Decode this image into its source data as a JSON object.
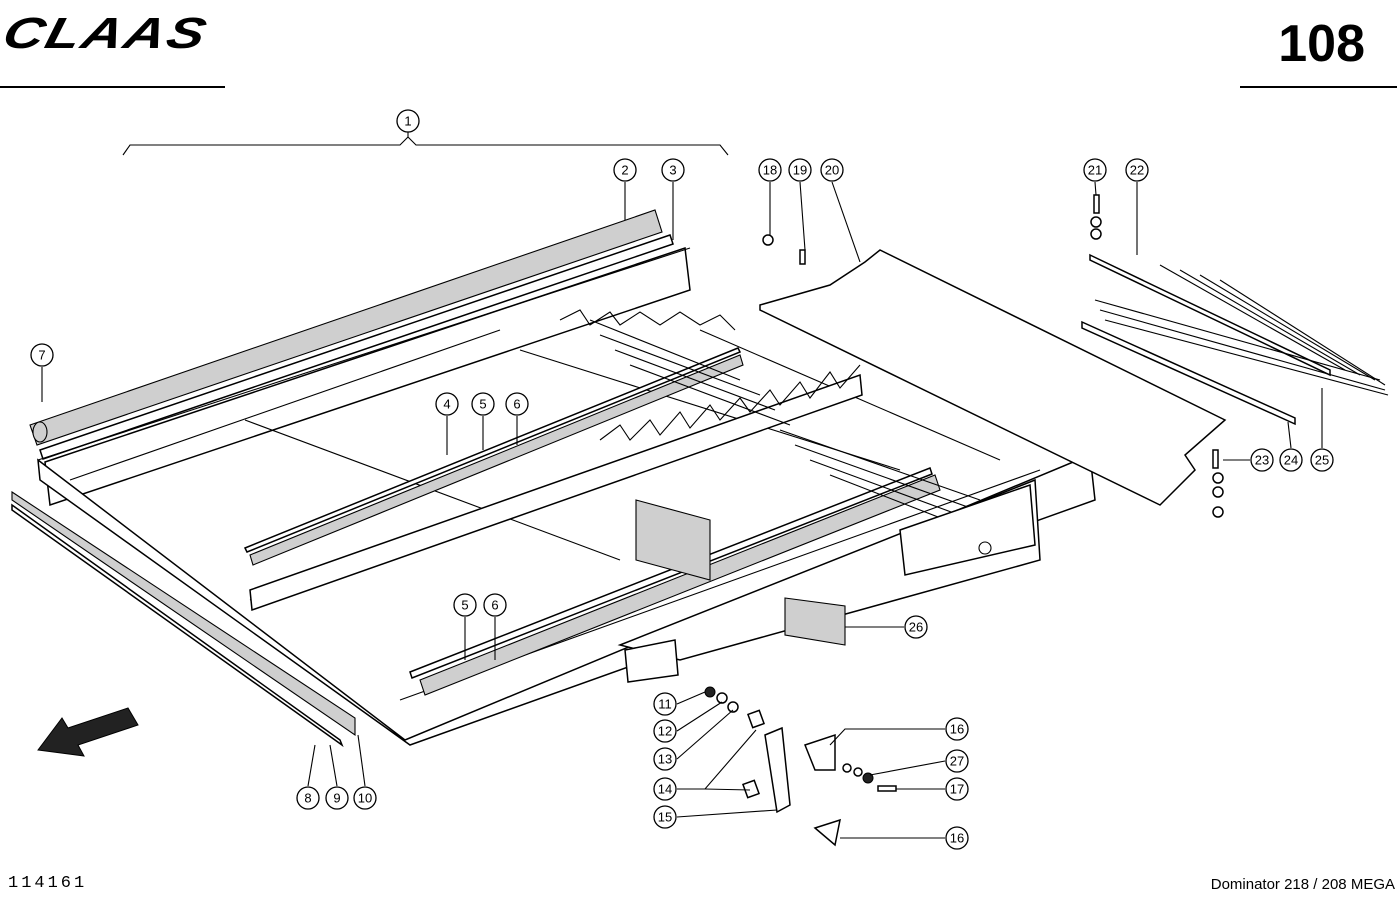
{
  "header": {
    "brand": "CLAAS",
    "page_number": "108"
  },
  "footer": {
    "drawing_number": "114161",
    "model": "Dominator 218 / 208 MEGA"
  },
  "callouts": [
    "1",
    "2",
    "3",
    "4",
    "5",
    "6",
    "5",
    "6",
    "7",
    "8",
    "9",
    "10",
    "11",
    "12",
    "13",
    "14",
    "15",
    "16",
    "16",
    "17",
    "18",
    "19",
    "20",
    "21",
    "22",
    "23",
    "24",
    "25",
    "26",
    "27"
  ]
}
